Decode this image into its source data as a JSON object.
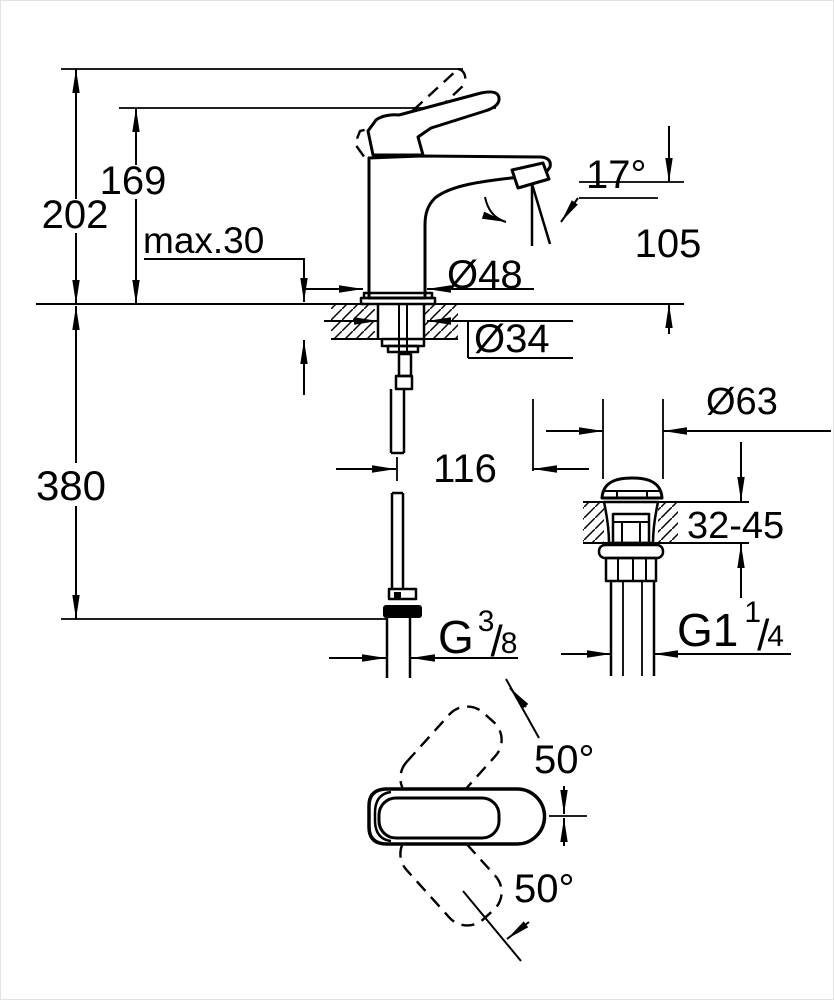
{
  "dimensions": {
    "overall_height": "202",
    "handle_height": "169",
    "max_deck_thickness": "max.30",
    "base_diameter": "Ø48",
    "mounting_hole_diameter": "Ø34",
    "spout_angle": "17°",
    "spout_outlet_height": "105",
    "supply_hose_length": "380",
    "spout_reach": "116",
    "waste_flange_diameter": "Ø63",
    "basin_thickness_range": "32-45",
    "supply_thread_prefix": "G",
    "supply_thread_numerator": "3",
    "supply_thread_slash": "/",
    "supply_thread_denominator": "8",
    "waste_thread_prefix": "G1",
    "waste_thread_numerator": "1",
    "waste_thread_slash": "/",
    "waste_thread_denominator": "4",
    "handle_swing_upper": "50°",
    "handle_swing_lower": "50°"
  },
  "colors": {
    "line": "#000000",
    "background": "#ffffff"
  }
}
